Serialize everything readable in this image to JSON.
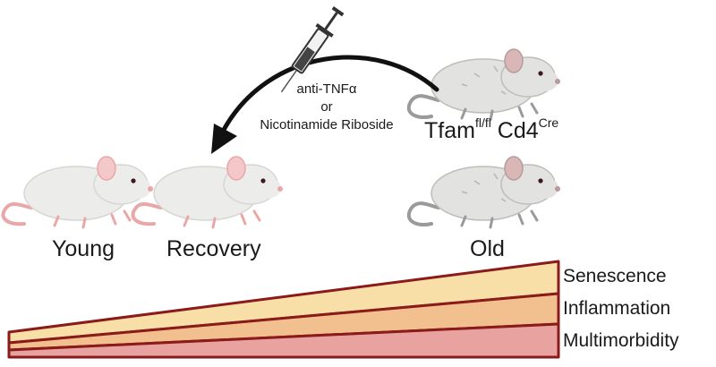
{
  "mice": {
    "young": {
      "label": "Young"
    },
    "recovery": {
      "label": "Recovery"
    },
    "old": {
      "label": "Old"
    },
    "transgenic": {
      "base": "Tfam",
      "sup1": "fl/fl",
      "mid": " Cd4",
      "sup2": "Cre"
    }
  },
  "treatment": {
    "line1": "anti-TNFα",
    "line2": "or",
    "line3": "Nicotinamide Riboside"
  },
  "bars": [
    {
      "label": "Senescence",
      "color": "#f8dfa8"
    },
    {
      "label": "Inflammation",
      "color": "#f2c08e"
    },
    {
      "label": "Multimorbidity",
      "color": "#e8a3a0"
    }
  ],
  "colors": {
    "bar_outline": "#8b1a1a",
    "arrow": "#111111",
    "mouse_body": "#ececea",
    "mouse_tail_pink": "#e9a7a7",
    "mouse_tail_grey": "#9a9a9a"
  }
}
